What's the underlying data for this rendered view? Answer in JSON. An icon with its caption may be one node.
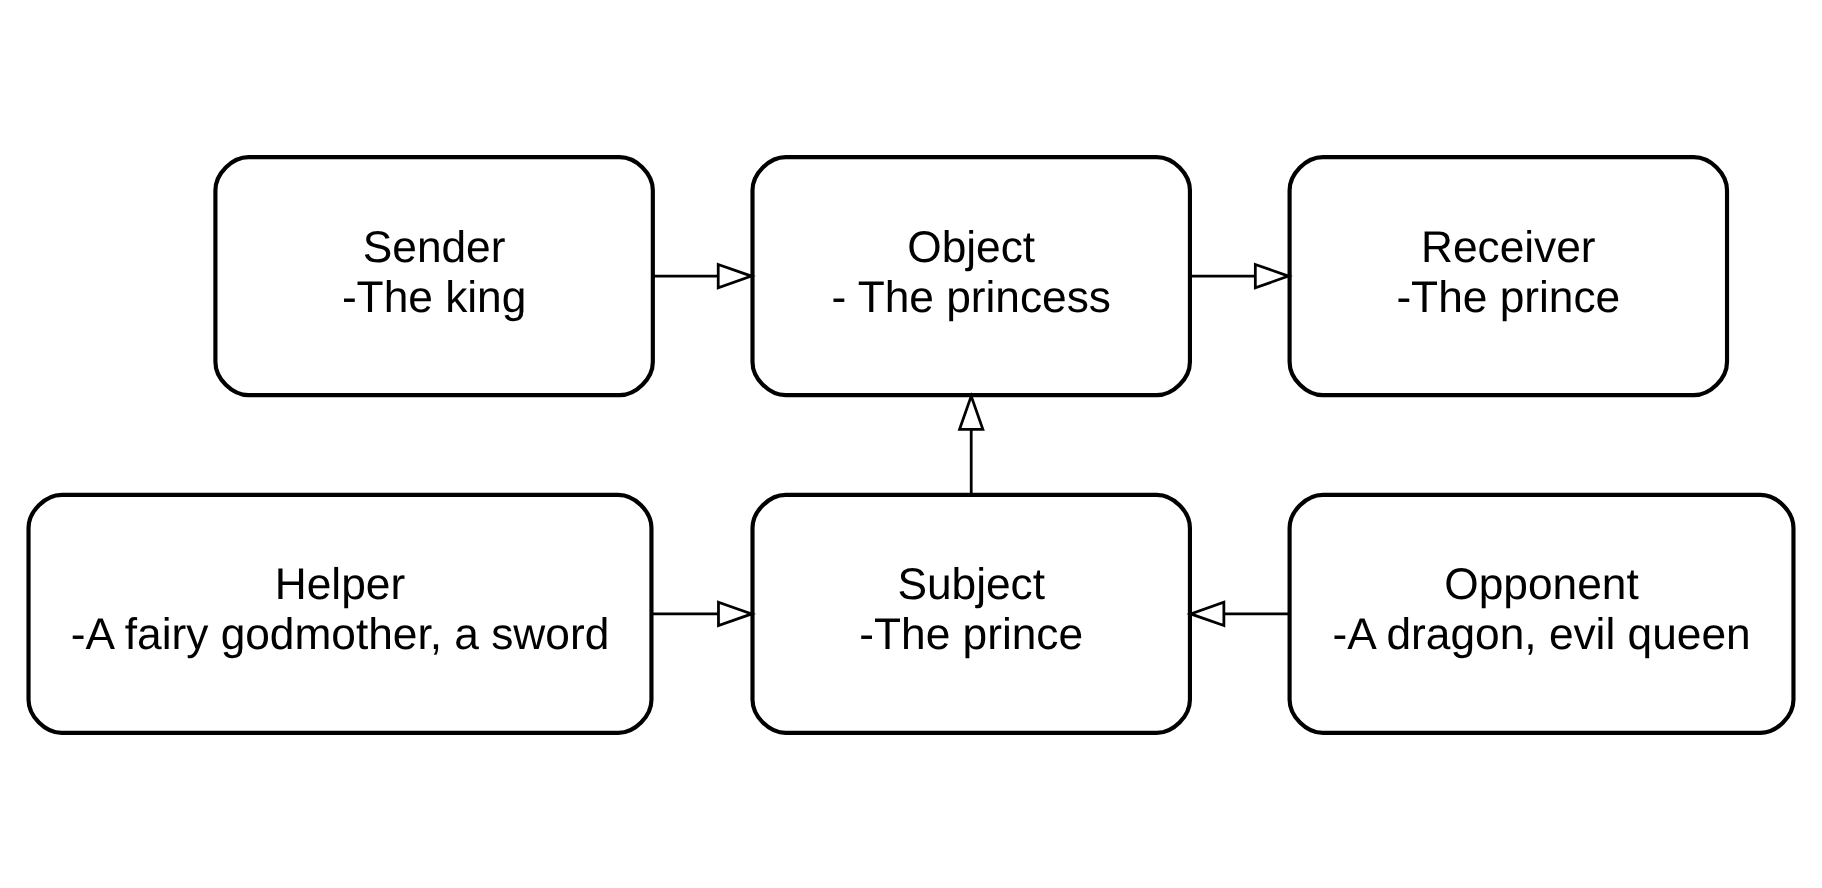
{
  "diagram": {
    "nodes": [
      {
        "text": [
          "Sender",
          "-The king"
        ]
      },
      {
        "text": [
          "Object",
          "- The princess"
        ]
      },
      {
        "text": [
          "Receiver",
          "-The prince"
        ]
      },
      {
        "text": [
          "Helper",
          "-A fairy godmother, a sword"
        ]
      },
      {
        "text": [
          "Subject",
          "-The prince"
        ]
      },
      {
        "text": [
          "Opponent",
          "-A dragon, evil queen"
        ]
      }
    ],
    "edges": [
      {
        "from": 0,
        "to": 1,
        "arrow": "to"
      },
      {
        "from": 1,
        "to": 2,
        "arrow": "to"
      },
      {
        "from": 4,
        "to": 1,
        "arrow": "to"
      },
      {
        "from": 3,
        "to": 4,
        "arrow": "to"
      },
      {
        "from": 5,
        "to": 4,
        "arrow": "to"
      }
    ]
  }
}
